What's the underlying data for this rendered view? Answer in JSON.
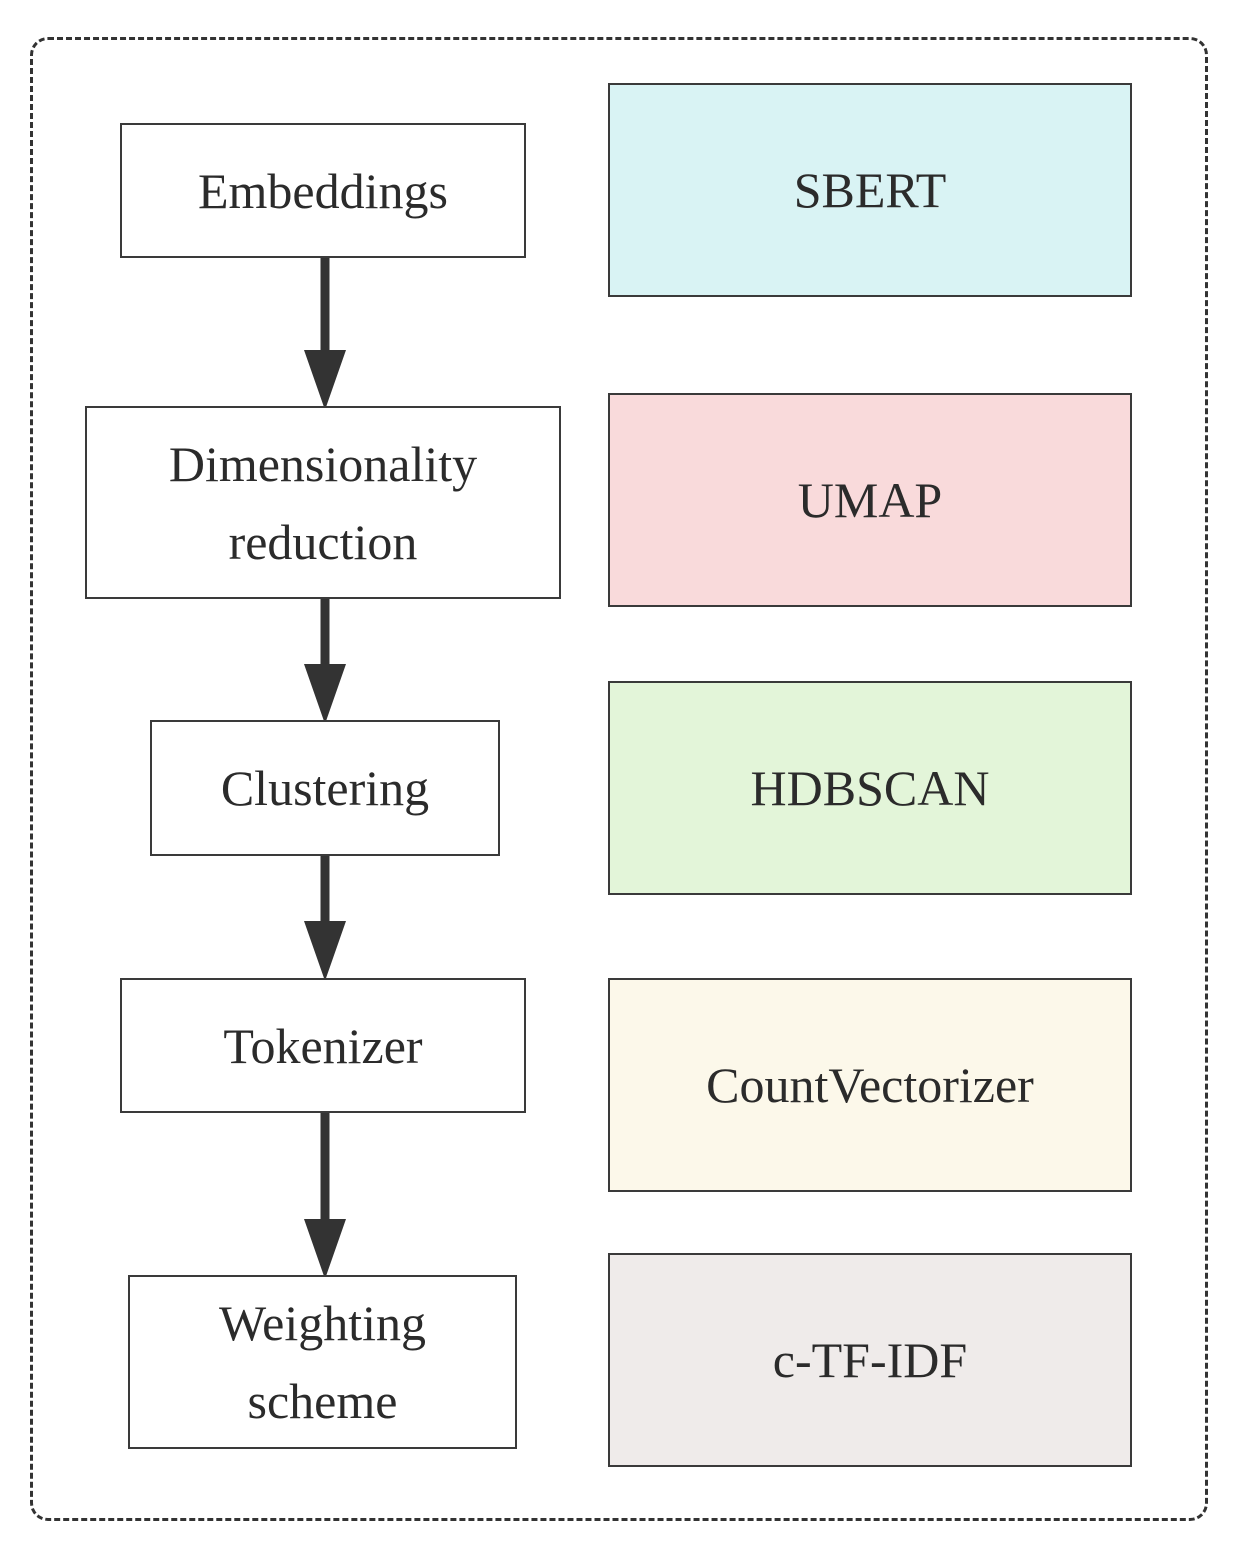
{
  "steps": [
    {
      "lines": [
        "Embeddings"
      ]
    },
    {
      "lines": [
        "Dimensionality",
        "reduction"
      ]
    },
    {
      "lines": [
        "Clustering"
      ]
    },
    {
      "lines": [
        "Tokenizer"
      ]
    },
    {
      "lines": [
        "Weighting",
        "scheme"
      ]
    }
  ],
  "methods": [
    {
      "label": "SBERT",
      "color": "#d9f3f4"
    },
    {
      "label": "UMAP",
      "color": "#f9dadb"
    },
    {
      "label": "HDBSCAN",
      "color": "#e3f5d9"
    },
    {
      "label": "CountVectorizer",
      "color": "#fcf8ea"
    },
    {
      "label": "c-TF-IDF",
      "color": "#efebea"
    }
  ],
  "colors": {
    "frame": "#333333",
    "arrow": "#333333",
    "box_border": "#3a3a3a"
  }
}
